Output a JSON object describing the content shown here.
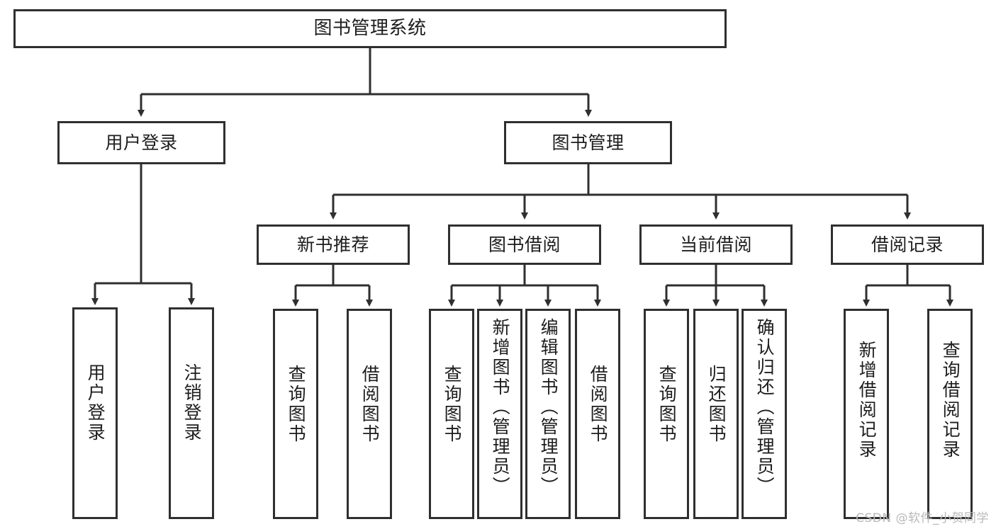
{
  "diagram": {
    "title": "图书管理系统",
    "type": "tree",
    "watermark": "CSDN @软件_小贺同学",
    "colors": {
      "box_border": "#2f2f2f",
      "box_fill": "#ffffff",
      "edge": "#2f2f2f",
      "text": "#1d1d1d",
      "watermark": "#b9b9b9",
      "background": "#ffffff"
    },
    "nodes": {
      "root": {
        "label": "图书管理系统"
      },
      "level1": [
        {
          "label": "用户登录"
        },
        {
          "label": "图书管理"
        }
      ],
      "level2": [
        {
          "label": "新书推荐"
        },
        {
          "label": "图书借阅"
        },
        {
          "label": "当前借阅"
        },
        {
          "label": "借阅记录"
        }
      ],
      "leaves": {
        "user_login": [
          {
            "label": "用户登录"
          },
          {
            "label": "注销登录"
          }
        ],
        "new_book_recommend": [
          {
            "label": "查询图书"
          },
          {
            "label": "借阅图书"
          }
        ],
        "book_borrow": [
          {
            "label": "查询图书"
          },
          {
            "label": "新增图书（管理员）"
          },
          {
            "label": "编辑图书（管理员）"
          },
          {
            "label": "借阅图书"
          }
        ],
        "current_borrow": [
          {
            "label": "查询图书"
          },
          {
            "label": "归还图书"
          },
          {
            "label": "确认归还（管理员）"
          }
        ],
        "borrow_record": [
          {
            "label": "新增借阅记录"
          },
          {
            "label": "查询借阅记录"
          }
        ]
      }
    }
  }
}
